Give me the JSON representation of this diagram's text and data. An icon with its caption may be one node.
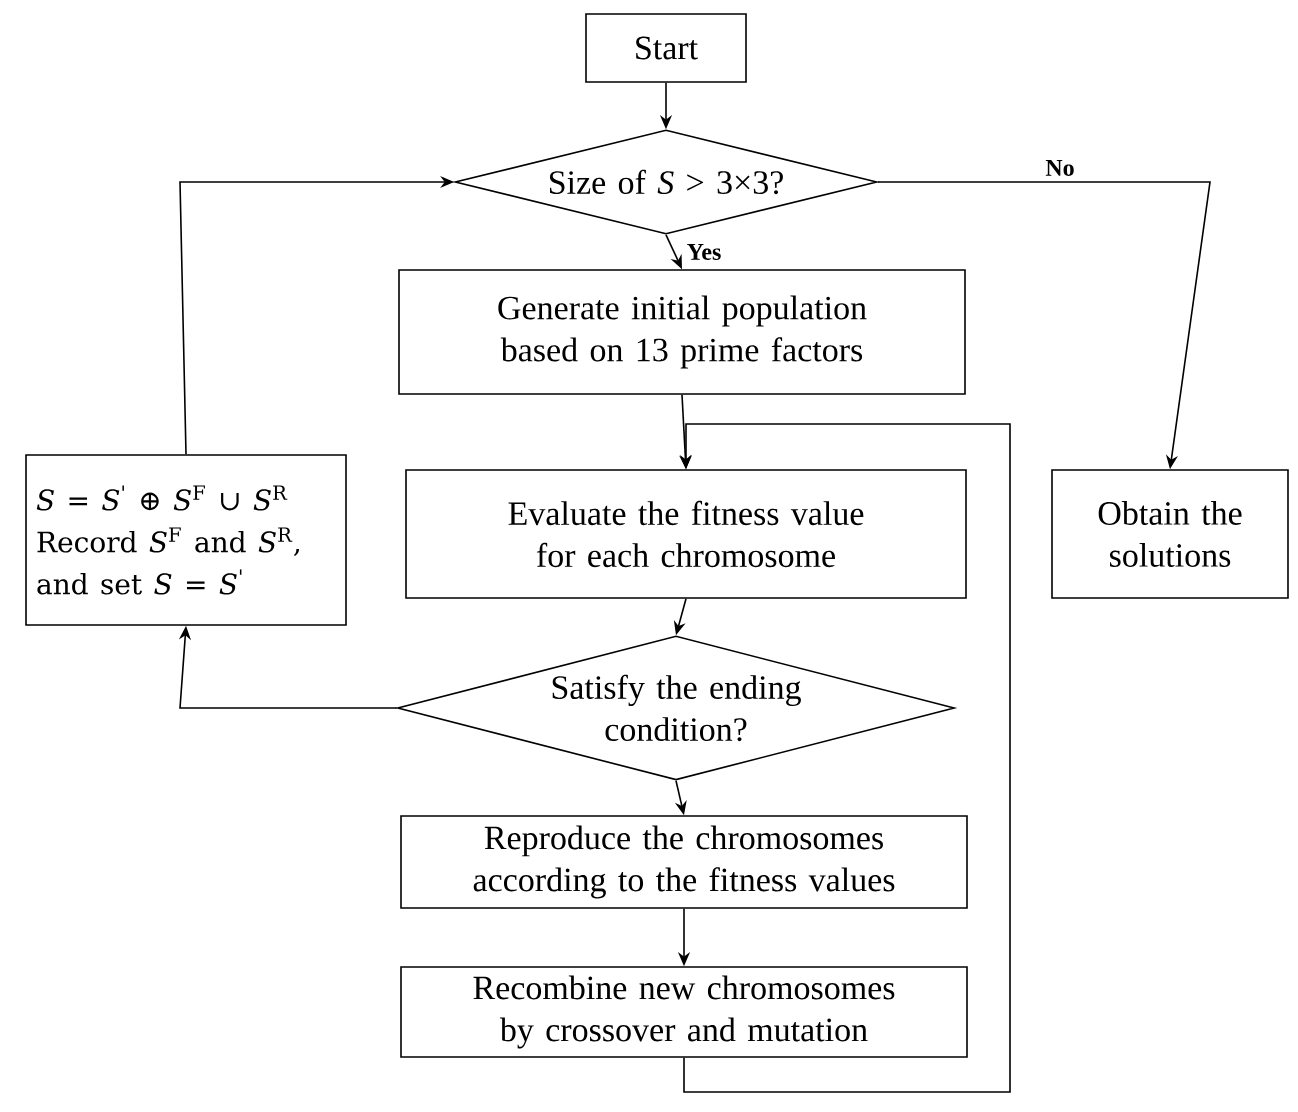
{
  "diagram": {
    "nodes": [
      {
        "text": [
          "Start"
        ]
      },
      {
        "text": [
          "Size of *S* > 3×3?"
        ]
      },
      {
        "text": [
          "Generate initial population based on 13 prime factors"
        ]
      },
      {
        "text": [
          "*S* = *S*$^{'}$ ⊕ *S*$^{F}$ ∪ *S*$^{R}$ Record *S*$^{F}$ and *S*$^{R}$, and set *S* = *S*$^{'}$"
        ]
      },
      {
        "text": [
          "Evaluate the fitness value for each chromosome"
        ]
      },
      {
        "text": [
          "Obtain the solutions"
        ]
      },
      {
        "text": [
          "Satisfy the ending condition?"
        ]
      },
      {
        "text": [
          "Reproduce the chromosomes according to the fitness values"
        ]
      },
      {
        "text": [
          "Recombine new chromosomes by crossover and mutation"
        ]
      }
    ],
    "edges": [
      {
        "from": 0,
        "to": 1,
        "arrow": "to"
      },
      {
        "from": 1,
        "to": 2,
        "arrow": "to",
        "label": "Yes"
      },
      {
        "from": 1,
        "to": 5,
        "arrow": "to",
        "label": "No"
      },
      {
        "from": 2,
        "to": 4,
        "arrow": "to"
      },
      {
        "from": 3,
        "to": 1,
        "arrow": "to"
      },
      {
        "from": 6,
        "to": 3,
        "arrow": "to"
      },
      {
        "from": 4,
        "to": 6,
        "arrow": "to"
      },
      {
        "from": 6,
        "to": 7,
        "arrow": "to"
      },
      {
        "from": 7,
        "to": 8,
        "arrow": "to"
      },
      {
        "from": 8,
        "to": 4,
        "arrow": "to"
      }
    ]
  }
}
